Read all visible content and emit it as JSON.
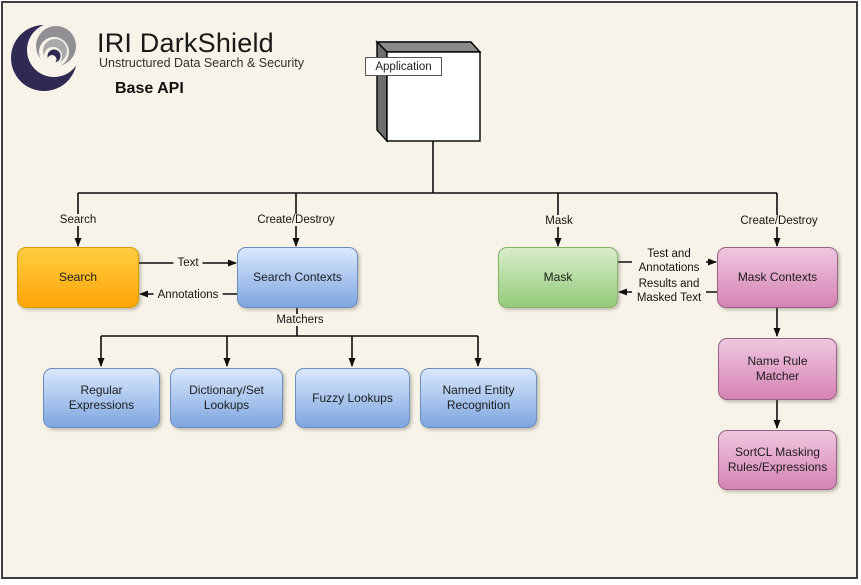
{
  "header": {
    "brand": "IRI DarkShield",
    "tagline": "Unstructured Data Search & Security",
    "subtitle": "Base API"
  },
  "application_node": {
    "label": "Application"
  },
  "nodes": {
    "search": {
      "label": "Search",
      "color": "orange"
    },
    "search_contexts": {
      "label": "Search Contexts",
      "color": "blue"
    },
    "mask": {
      "label": "Mask",
      "color": "green"
    },
    "mask_contexts": {
      "label": "Mask Contexts",
      "color": "pink"
    },
    "regular_expressions": {
      "label": "Regular Expressions",
      "color": "blue"
    },
    "dictionary_set_lookups": {
      "label": "Dictionary/Set Lookups",
      "color": "blue"
    },
    "fuzzy_lookups": {
      "label": "Fuzzy Lookups",
      "color": "blue"
    },
    "named_entity_recognition": {
      "label": "Named Entity Recognition",
      "color": "blue"
    },
    "name_rule_matcher": {
      "label": "Name Rule Matcher",
      "color": "pink"
    },
    "sortcl_masking_rules": {
      "label": "SortCL Masking Rules/Expressions",
      "color": "pink"
    }
  },
  "edge_labels": {
    "search": "Search",
    "create_destroy_search": "Create/Destroy",
    "mask": "Mask",
    "create_destroy_mask": "Create/Destroy",
    "text": "Text",
    "annotations": "Annotations",
    "matchers": "Matchers",
    "test_and_annotations": "Test and Annotations",
    "results_and_masked_text": "Results and Masked Text"
  },
  "colors": {
    "background": "#F7F3E8",
    "border": "#3F3F3F",
    "line": "#0D0D0D",
    "orange_top": "#FFCE42",
    "orange_bottom": "#FFA407",
    "orange_border": "#D79B00",
    "blue_top": "#DAE8FC",
    "blue_bottom": "#7EA6E0",
    "blue_border": "#6C8EBF",
    "green_top": "#D9EDCB",
    "green_bottom": "#94CB7A",
    "green_border": "#82B366",
    "pink_top": "#EFC7DF",
    "pink_bottom": "#D583B4",
    "pink_border": "#996185",
    "logo_navy": "#2E2A54",
    "logo_gray": "#8F8F94",
    "app_top_face": "#8A8A8A",
    "app_side_face": "#6E6E6E",
    "app_front_face": "#FFFFFF"
  }
}
